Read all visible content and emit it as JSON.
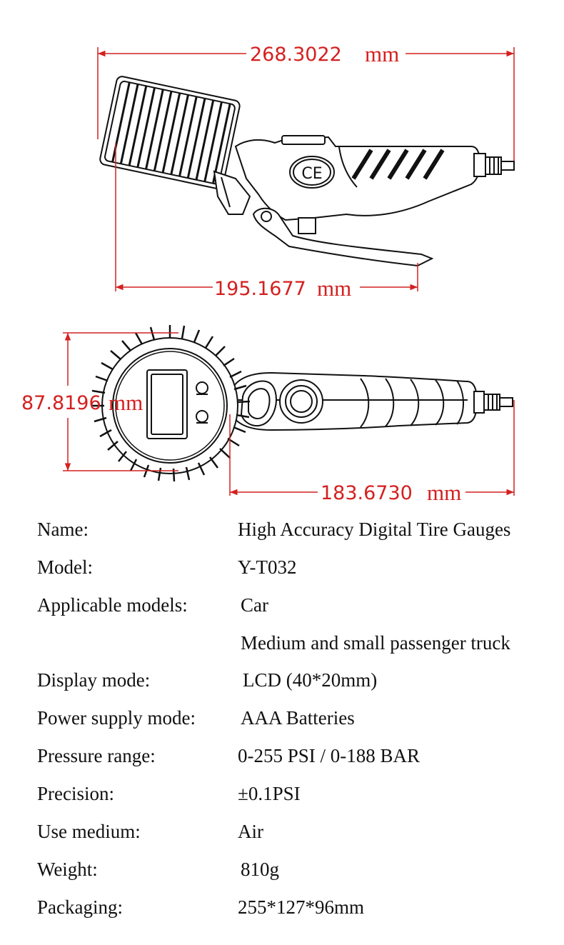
{
  "dimensions": {
    "top_overall": {
      "value": "268.3022",
      "unit": "mm"
    },
    "top_grip": {
      "value": "195.1677",
      "unit": "mm"
    },
    "front_height": {
      "value": "87.8196",
      "unit": "mm"
    },
    "front_length": {
      "value": "183.6730",
      "unit": "mm"
    }
  },
  "product_marks": {
    "ce": "CE"
  },
  "colors": {
    "dimension": "#d42020",
    "line_art": "#111111"
  },
  "specs": [
    {
      "label": "Name:",
      "value": "High Accuracy Digital Tire Gauges"
    },
    {
      "label": "Model:",
      "value": "Y-T032"
    },
    {
      "label": "Applicable models:",
      "value": "Car"
    },
    {
      "label": "",
      "value": "Medium and small passenger truck"
    },
    {
      "label": "Display mode:",
      "value": "LCD (40*20mm)"
    },
    {
      "label": "Power supply mode:",
      "value": "AAA Batteries"
    },
    {
      "label": "Pressure range:",
      "value": "0-255 PSI / 0-188 BAR"
    },
    {
      "label": "Precision:",
      "value": "±0.1PSI"
    },
    {
      "label": "Use medium:",
      "value": "Air"
    },
    {
      "label": "Weight:",
      "value": "810g"
    },
    {
      "label": "Packaging:",
      "value": "255*127*96mm"
    }
  ]
}
